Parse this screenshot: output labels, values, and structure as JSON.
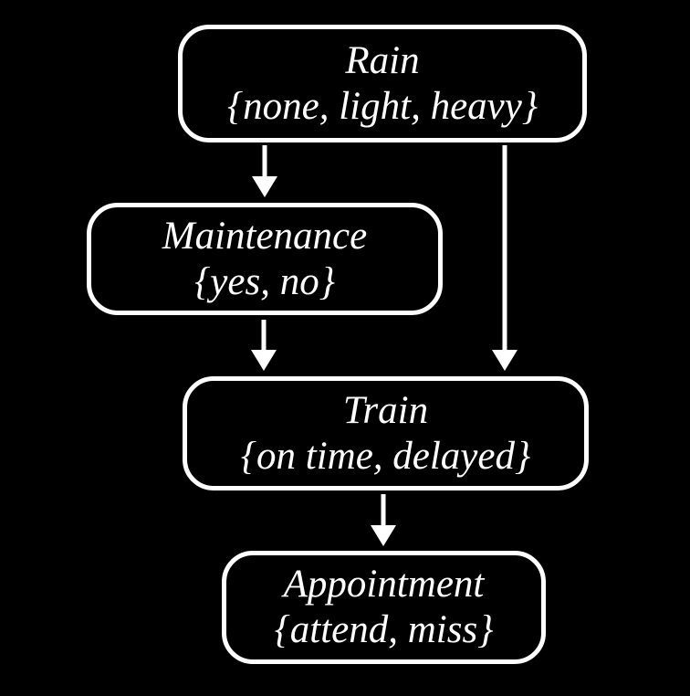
{
  "diagram": {
    "type": "bayesian-network",
    "background_color": "#000000",
    "node_border_color": "#ffffff",
    "node_fill_color": "#000000",
    "text_color": "#ffffff",
    "arrow_color": "#ffffff",
    "nodes": [
      {
        "id": "rain",
        "label": "Rain",
        "domain": "{none, light, heavy}"
      },
      {
        "id": "maintenance",
        "label": "Maintenance",
        "domain": "{yes, no}"
      },
      {
        "id": "train",
        "label": "Train",
        "domain": "{on time, delayed}"
      },
      {
        "id": "appointment",
        "label": "Appointment",
        "domain": "{attend, miss}"
      }
    ],
    "edges": [
      {
        "from": "rain",
        "to": "maintenance"
      },
      {
        "from": "rain",
        "to": "train"
      },
      {
        "from": "maintenance",
        "to": "train"
      },
      {
        "from": "train",
        "to": "appointment"
      }
    ]
  }
}
